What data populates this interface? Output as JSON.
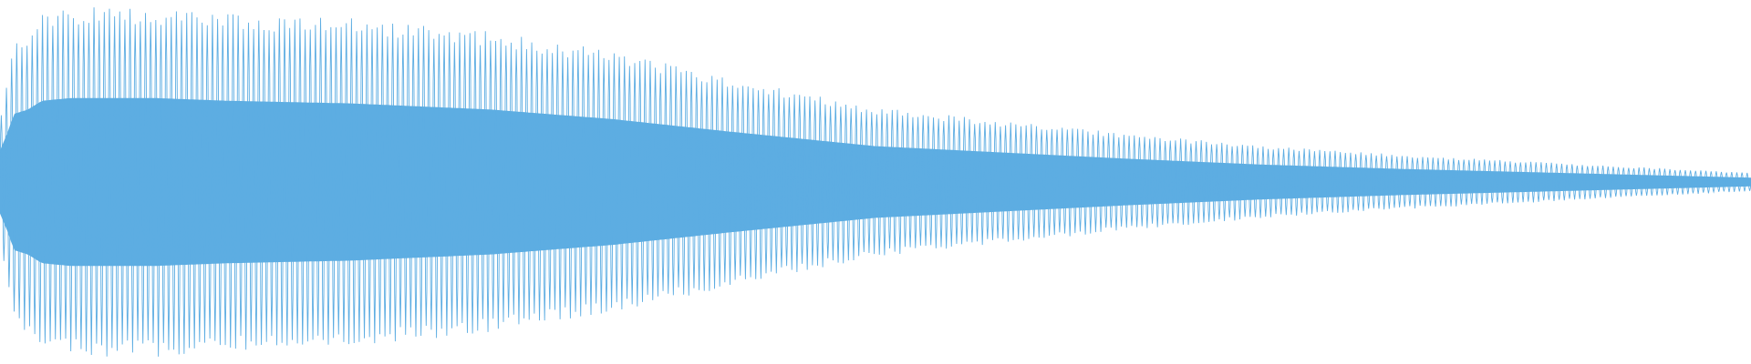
{
  "waveform": {
    "color": "#5DADE2",
    "background": "#FFFFFF",
    "type": "decaying-oscillation",
    "cycles": 340,
    "peak_amplitude": 0.96,
    "solid_core_fraction": 0.48,
    "end_amplitude": 0.05,
    "envelope": [
      [
        0.0,
        0.36
      ],
      [
        0.004,
        0.55
      ],
      [
        0.008,
        0.78
      ],
      [
        0.016,
        0.83
      ],
      [
        0.024,
        0.93
      ],
      [
        0.04,
        0.96
      ],
      [
        0.09,
        0.96
      ],
      [
        0.13,
        0.93
      ],
      [
        0.2,
        0.9
      ],
      [
        0.28,
        0.83
      ],
      [
        0.35,
        0.72
      ],
      [
        0.42,
        0.57
      ],
      [
        0.5,
        0.41
      ],
      [
        0.56,
        0.35
      ],
      [
        0.64,
        0.27
      ],
      [
        0.72,
        0.2
      ],
      [
        0.8,
        0.15
      ],
      [
        0.88,
        0.11
      ],
      [
        0.94,
        0.08
      ],
      [
        1.0,
        0.05
      ]
    ]
  }
}
